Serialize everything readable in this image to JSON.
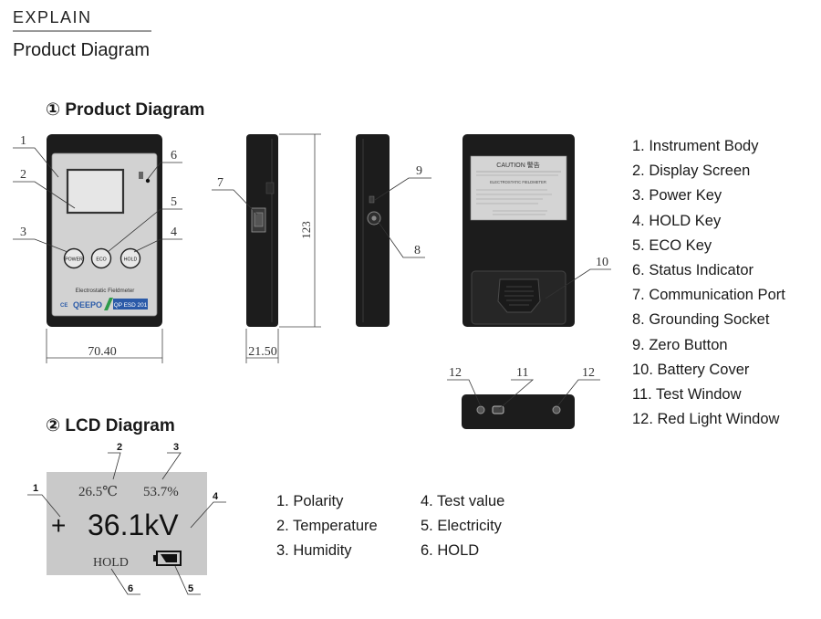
{
  "header": {
    "explain": "EXPLAIN",
    "title": "Product Diagram"
  },
  "sections": {
    "product_title": "① Product Diagram",
    "lcd_title": "② LCD Diagram"
  },
  "device": {
    "power_key": "POWER",
    "eco_key": "ECO",
    "hold_key": "HOLD",
    "product_label": "Electrostatic Fieldmeter",
    "brand": "QEEPO",
    "ce_mark": "CE",
    "model": "QP ESD 201",
    "caution_label": "CAUTION 警告",
    "back_label_title": "ELECTROSTATIC FIELDMETER"
  },
  "dimensions": {
    "width": "70.40",
    "depth": "21.50",
    "height": "123"
  },
  "callouts": [
    "1",
    "2",
    "3",
    "4",
    "5",
    "6",
    "7",
    "8",
    "9",
    "10",
    "11",
    "12"
  ],
  "lcd_callouts": [
    "1",
    "2",
    "3",
    "4",
    "5",
    "6"
  ],
  "lcd": {
    "temperature": "26.5℃",
    "humidity": "53.7%",
    "polarity": "+",
    "value": "36.1kV",
    "hold": "HOLD"
  },
  "product_legend": [
    "1. Instrument Body",
    "2. Display Screen",
    "3. Power Key",
    "4. HOLD Key",
    "5. ECO Key",
    "6. Status Indicator",
    "7. Communication Port",
    "8. Grounding Socket",
    "9. Zero Button",
    "10. Battery Cover",
    "11. Test Window",
    "12. Red Light Window"
  ],
  "lcd_legend_left": [
    "1. Polarity",
    "2. Temperature",
    "3. Humidity"
  ],
  "lcd_legend_right": [
    "4. Test value",
    "5. Electricity",
    "6. HOLD"
  ],
  "colors": {
    "device_body": "#1c1c1c",
    "front_panel": "#cfcfcf",
    "lcd_background": "#c9c9c9",
    "brand_blue": "#2a5aa8",
    "eco_green": "#2e9a4a"
  }
}
